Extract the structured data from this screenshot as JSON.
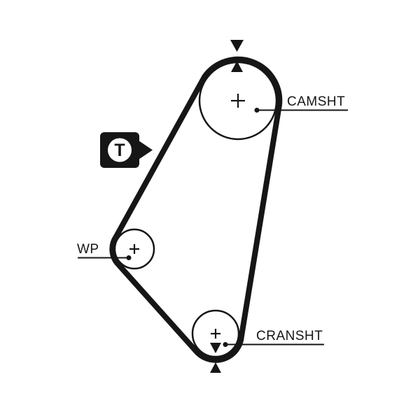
{
  "colors": {
    "ink": "#161616",
    "background": "#ffffff"
  },
  "labels": {
    "camshaft": "CAMSHT",
    "water_pump": "WP",
    "crankshaft": "CRANSHT"
  },
  "tensioner": {
    "letter": "T"
  },
  "icons": {
    "pulley_center_mark": "plus",
    "timing_mark": "filled-triangle",
    "tensioner_pointer": "right-arrowhead"
  }
}
